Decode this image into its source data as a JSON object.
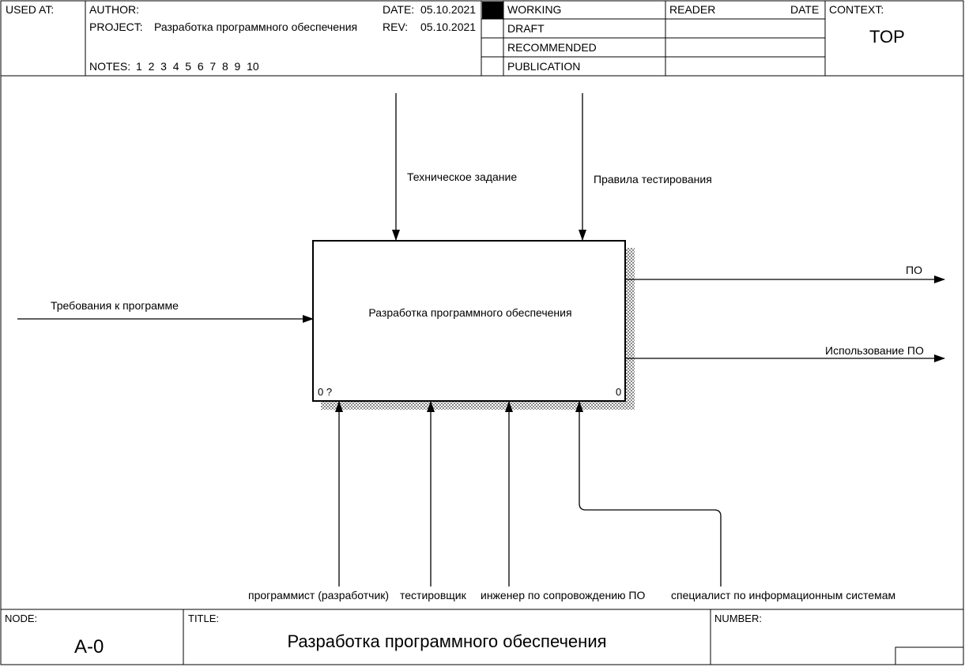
{
  "header": {
    "used_at_label": "USED AT:",
    "author_label": "AUTHOR:",
    "project_label": "PROJECT:",
    "project_value": "Разработка программного обеспечения",
    "date_label": "DATE:",
    "date_value": "05.10.2021",
    "rev_label": "REV:",
    "rev_value": "05.10.2021",
    "notes_label": "NOTES:",
    "notes_value": "1  2  3  4  5  6  7  8  9  10",
    "status_rows": [
      "WORKING",
      "DRAFT",
      "RECOMMENDED",
      "PUBLICATION"
    ],
    "reader_label": "READER",
    "reader_date_label": "DATE",
    "context_label": "CONTEXT:",
    "context_value": "TOP"
  },
  "diagram": {
    "activity_label": "Разработка программного обеспечения",
    "activity_cost": "0 ?",
    "activity_number": "0",
    "controls": [
      "Техническое задание",
      "Правила тестирования"
    ],
    "input": "Требования к программе",
    "outputs": [
      "ПО",
      "Использование ПО"
    ],
    "mechanisms": [
      "программист (разработчик)",
      "тестировщик",
      "инженер по сопровождению ПО",
      "специалист по информационным системам"
    ]
  },
  "footer": {
    "node_label": "NODE:",
    "node_value": "A-0",
    "title_label": "TITLE:",
    "title_value": "Разработка программного обеспечения",
    "number_label": "NUMBER:"
  },
  "colors": {
    "line": "#000000",
    "shadow": "#888888"
  }
}
